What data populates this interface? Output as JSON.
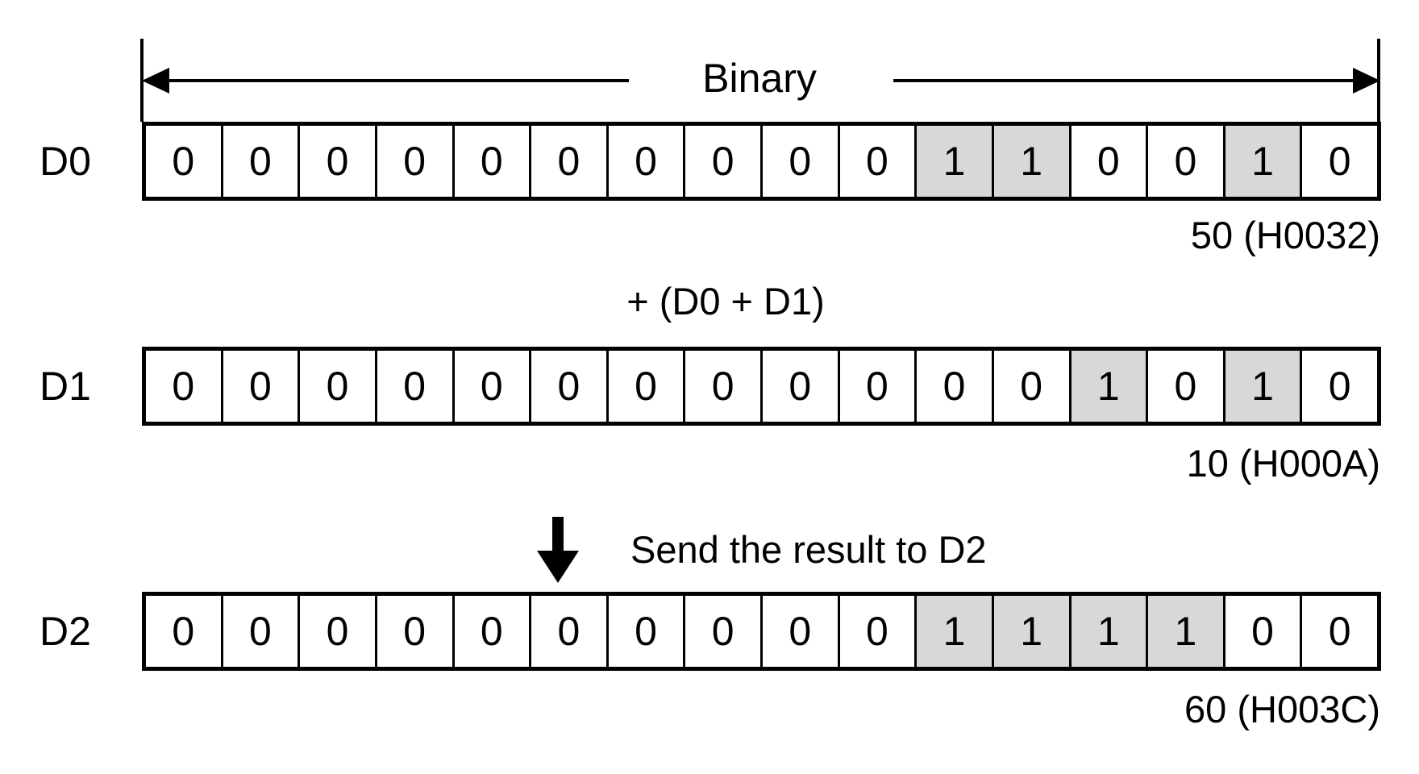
{
  "colors": {
    "highlight": "#d8d8d8",
    "line": "#000000",
    "background": "#ffffff"
  },
  "scale": {
    "label": "Binary",
    "left_icon": "left-arrowhead-icon",
    "right_icon": "right-arrowhead-icon"
  },
  "operation": {
    "label": "+ (D0 + D1)"
  },
  "send": {
    "icon": "down-arrow-icon",
    "label": "Send the result to D2"
  },
  "registers": [
    {
      "name": "D0",
      "bits": [
        "0",
        "0",
        "0",
        "0",
        "0",
        "0",
        "0",
        "0",
        "0",
        "0",
        "1",
        "1",
        "0",
        "0",
        "1",
        "0"
      ],
      "value_label": "50 (H0032)"
    },
    {
      "name": "D1",
      "bits": [
        "0",
        "0",
        "0",
        "0",
        "0",
        "0",
        "0",
        "0",
        "0",
        "0",
        "0",
        "0",
        "1",
        "0",
        "1",
        "0"
      ],
      "value_label": "10 (H000A)"
    },
    {
      "name": "D2",
      "bits": [
        "0",
        "0",
        "0",
        "0",
        "0",
        "0",
        "0",
        "0",
        "0",
        "0",
        "1",
        "1",
        "1",
        "1",
        "0",
        "0"
      ],
      "value_label": "60 (H003C)"
    }
  ]
}
